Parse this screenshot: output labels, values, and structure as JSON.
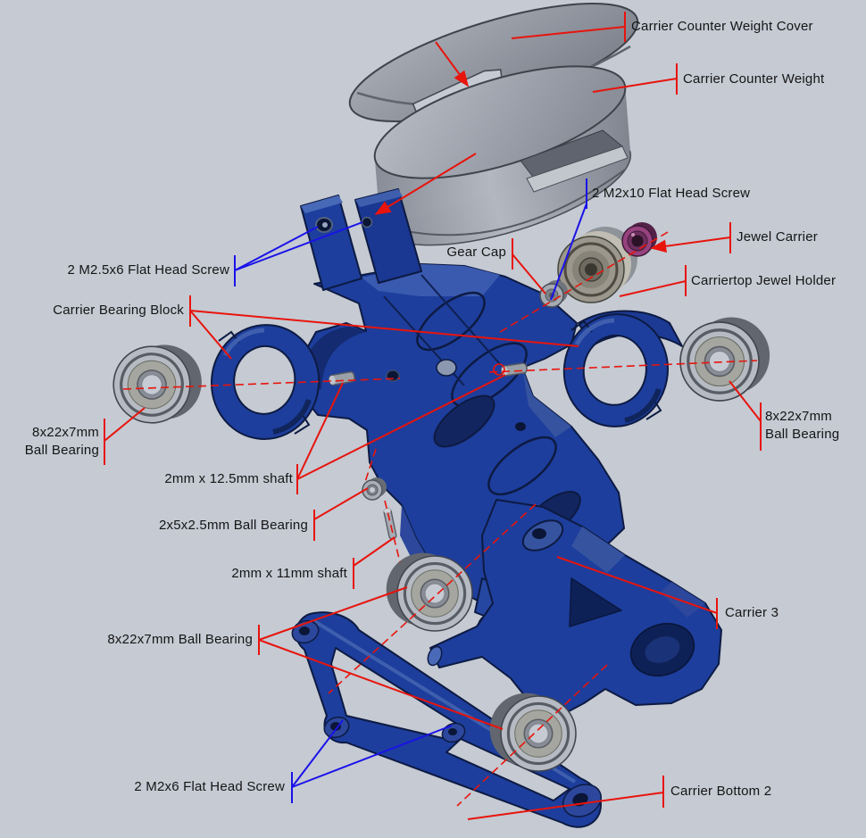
{
  "colors": {
    "background": "#c5cad3",
    "leader_red": "#e8140c",
    "leader_blue": "#1a12e8",
    "label_text": "#151515",
    "part_blue": "#1d3e9c",
    "part_blue_dark": "#0d1a42",
    "part_grey": "#a9aeb6",
    "jewel_purple": "#96427e"
  },
  "labels": {
    "cover": "Carrier Counter Weight Cover",
    "counter_weight": "Carrier Counter Weight",
    "m2x10": "2 M2x10 Flat Head Screw",
    "gear_cap": "Gear Cap",
    "jewel_carrier": "Jewel Carrier",
    "jewel_holder": "Carriertop Jewel Holder",
    "m25x6": "2 M2.5x6 Flat Head Screw",
    "bearing_block": "Carrier Bearing Block",
    "bearing_left": "8x22x7mm\nBall Bearing",
    "bearing_right": "8x22x7mm\nBall Bearing",
    "shaft_125": "2mm x 12.5mm shaft",
    "bearing_2x5": "2x5x2.5mm Ball Bearing",
    "shaft_11": "2mm x 11mm shaft",
    "carrier3": "Carrier 3",
    "bearing_bottom": "8x22x7mm Ball Bearing",
    "m2x6": "2 M2x6 Flat Head Screw",
    "carrier_bottom2": "Carrier Bottom 2"
  }
}
